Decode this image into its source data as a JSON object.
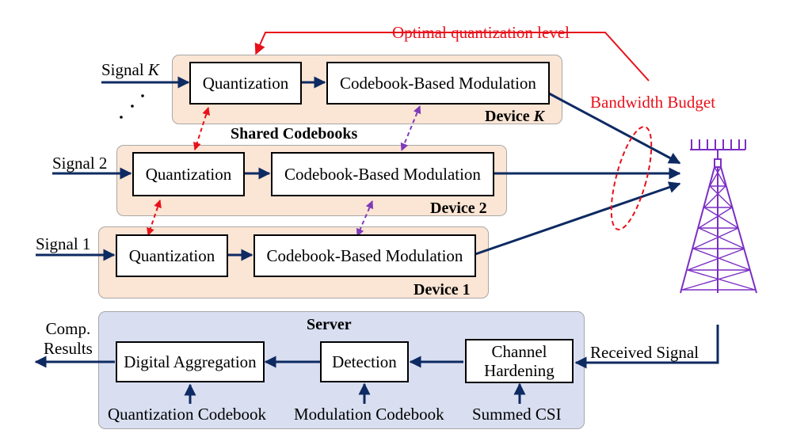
{
  "diagram": {
    "feedback_label": "Optimal quantization level",
    "bandwidth_label": "Bandwidth Budget",
    "shared_codebooks_label": "Shared Codebooks",
    "devices": [
      {
        "label": "Device",
        "label_suffix": "K",
        "signal_label": "Signal",
        "signal_suffix": "K",
        "quantization_label": "Quantization",
        "modulation_label": "Codebook-Based Modulation"
      },
      {
        "label": "Device 2",
        "signal_label": "Signal 2",
        "quantization_label": "Quantization",
        "modulation_label": "Codebook-Based Modulation"
      },
      {
        "label": "Device 1",
        "signal_label": "Signal 1",
        "quantization_label": "Quantization",
        "modulation_label": "Codebook-Based Modulation"
      }
    ],
    "server": {
      "title": "Server",
      "output_label_line1": "Comp.",
      "output_label_line2": "Results",
      "aggregation_label": "Digital Aggregation",
      "detection_label": "Detection",
      "hardening_line1": "Channel",
      "hardening_line2": "Hardening",
      "received_signal_label": "Received Signal",
      "inputs": [
        "Quantization Codebook",
        "Modulation Codebook",
        "Summed CSI"
      ]
    },
    "colors": {
      "arrow": "#0e2a62",
      "feedback": "#e8101a",
      "quant_link": "#e8101a",
      "mod_link": "#7e3bb8",
      "tower": "#7b2fc4",
      "device_panel": "#fbe5d4",
      "server_panel": "#d9dff1"
    },
    "icons": [
      "antenna-tower-icon"
    ]
  }
}
